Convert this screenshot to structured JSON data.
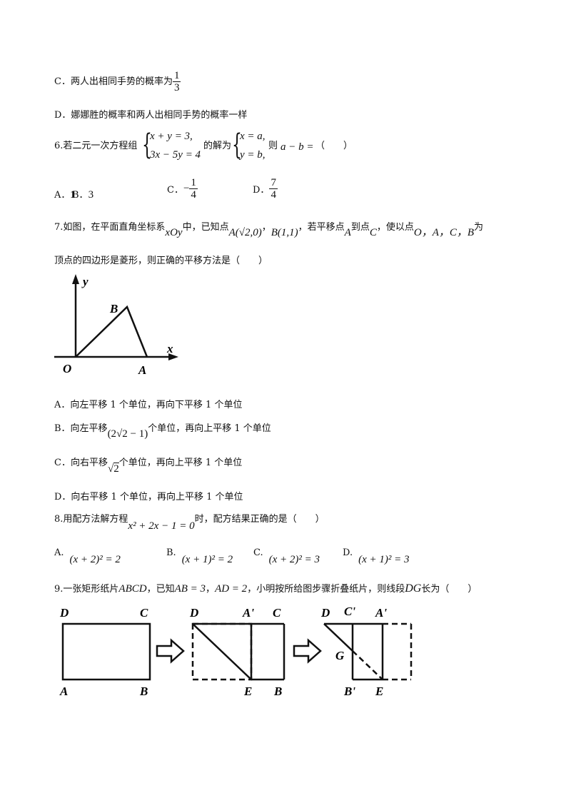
{
  "q5": {
    "optC": {
      "prefix": "C．两人出相同手势的概率为",
      "num": "1",
      "den": "3"
    },
    "optD": "D．娜娜胜的概率和两人出相同手势的概率一样"
  },
  "q6": {
    "stem_a": "6.若二元一次方程组",
    "sys1_l1": "x + y = 3,",
    "sys1_l2": "3x − 5y = 4",
    "stem_b": "的解为",
    "sys2_l1": "x = a,",
    "sys2_l2": "y = b,",
    "stem_c": "则",
    "expr": "a − b =",
    "paren": "（　　）",
    "optA": "A．",
    "optA_val": "1",
    "optB": "B．",
    "optB_val": "3",
    "optC": "C．",
    "optC_sign": "−",
    "optC_num": "1",
    "optC_den": "4",
    "optD": "D．",
    "optD_num": "7",
    "optD_den": "4"
  },
  "q7": {
    "stem_a": "7.如图，在平面直角坐标系",
    "xOy": "xOy",
    "stem_b": "中，已知点",
    "pA": "A(√2,0)",
    "sep1": "，",
    "pB": "B(1,1)",
    "stem_c": "，若平移点",
    "ptA": "A",
    "stem_d": "到点",
    "ptC": "C",
    "stem_e": "，使以点",
    "pts": "O，A，C，B",
    "stem_f": "为",
    "line2": "顶点的四边形是菱形，则正确的平移方法是（　　）",
    "fig": {
      "y": "y",
      "x": "x",
      "O": "O",
      "A": "A",
      "B": "B"
    },
    "optA": "A．向左平移 1 个单位，再向下平移 1 个单位",
    "optB_a": "B．向左平移",
    "optB_expr": "(2√2 − 1)",
    "optB_b": "个单位，再向上平移 1 个单位",
    "optC_a": "C．向右平移",
    "optC_expr": "2",
    "optC_b": "个单位，再向上平移 1 个单位",
    "optD": "D．向右平移 1 个单位，再向上平移 1 个单位"
  },
  "q8": {
    "stem_a": "8.用配方法解方程",
    "eq": "x² + 2x − 1 = 0",
    "stem_b": "时，配方结果正确的是（　　）",
    "optA": "A.",
    "optA_val": "(x + 2)² = 2",
    "optB": "B.",
    "optB_val": "(x + 1)² = 2",
    "optC": "C.",
    "optC_val": "(x + 2)² = 3",
    "optD": "D.",
    "optD_val": "(x + 1)² = 3"
  },
  "q9": {
    "stem_a": "9.一张矩形纸片",
    "abcd": "ABCD",
    "stem_b": "，已知",
    "ab": "AB = 3",
    "sep": "，",
    "ad": "AD = 2",
    "stem_c": "，小明按所给图步骤折叠纸片，则线段",
    "dg": "DG",
    "stem_d": "长为（　　）",
    "fig1": {
      "D": "D",
      "C": "C",
      "A": "A",
      "B": "B"
    },
    "fig2": {
      "D": "D",
      "A1": "A'",
      "C": "C",
      "E": "E",
      "B": "B"
    },
    "fig3": {
      "D": "D",
      "C1": "C'",
      "A1": "A'",
      "G": "G",
      "B1": "B'",
      "E": "E"
    }
  }
}
